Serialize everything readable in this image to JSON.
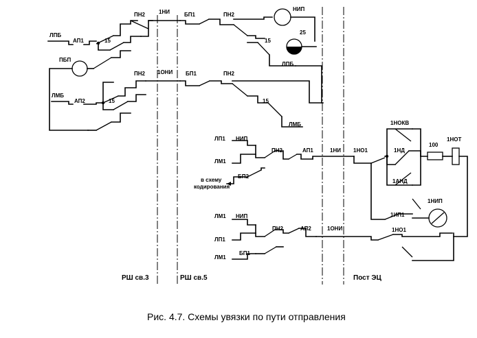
{
  "caption": "Рис. 4.7. Схемы увязки по пути отправления",
  "zones": {
    "left": "РШ св.3",
    "middle": "РШ св.5",
    "right": "Пост ЭЦ"
  },
  "labels": {
    "lpb": "ЛПБ",
    "ap1_top": "АП1",
    "c15_a": "15",
    "pn2_a": "ПН2",
    "n1n4": "1НИ",
    "bp1_a": "БП1",
    "pn2_b": "ПН2",
    "nip_top": "НИП",
    "c25": "25",
    "c15_b": "15",
    "lpb2": "ЛПБ",
    "pbp": "ПБП",
    "lmb": "ЛМБ",
    "ap2_top": "АП2",
    "c15_c": "15",
    "pn2_c": "ПН2",
    "n1oni": "1ОНИ",
    "bp1_b": "БП1",
    "pn2_d": "ПН2",
    "c15_d": "15",
    "lmb2": "ЛМБ",
    "lp1": "ЛП1",
    "nip_mid": "НИП",
    "lm1": "ЛМ1",
    "pn2_e": "ПН2",
    "ap1_mid": "АП1",
    "n1ni_mid": "1НИ",
    "n1no1": "1НО1",
    "bp2": "БП2",
    "v_shemu": "в схему",
    "kodir": "кодирования",
    "n1nokv": "1НОКВ",
    "n1nd": "1НД",
    "n1and": "1АНД",
    "r100": "100",
    "n1not": "1НОТ",
    "n1nip": "1НИП",
    "n1ip1": "1ИП1",
    "lm1_b": "ЛМ1",
    "nip_bot": "НИП",
    "pn2_f": "ПН2",
    "ap2_bot": "АП2",
    "n1oni_bot": "1ОНИ",
    "lp1_b": "ЛП1",
    "lm1_c": "ЛМ1",
    "bp1_c": "БП1",
    "n1no1_b": "1НО1"
  }
}
